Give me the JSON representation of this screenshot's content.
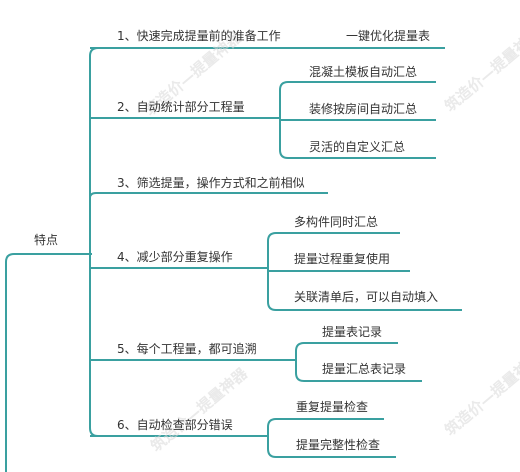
{
  "root": {
    "label": "特点"
  },
  "branches": [
    {
      "label": "1、快速完成提量前的准备工作",
      "children": [
        "一键优化提量表"
      ]
    },
    {
      "label": "2、自动统计部分工程量",
      "children": [
        "混凝土模板自动汇总",
        "装修按房间自动汇总",
        "灵活的自定义汇总"
      ]
    },
    {
      "label": "3、筛选提量，操作方式和之前相似",
      "children": []
    },
    {
      "label": "4、减少部分重复操作",
      "children": [
        "多构件同时汇总",
        "提量过程重复使用",
        "关联清单后，可以自动填入"
      ]
    },
    {
      "label": "5、每个工程量，都可追溯",
      "children": [
        "提量表记录",
        "提量汇总表记录"
      ]
    },
    {
      "label": "6、自动检查部分错误",
      "children": [
        "重复提量检查",
        "提量完整性检查"
      ]
    }
  ],
  "watermark": "筑造价—提量神器",
  "colors": {
    "line": "#3aa0a0",
    "text": "#333333",
    "watermark": "#d9d9d9"
  }
}
